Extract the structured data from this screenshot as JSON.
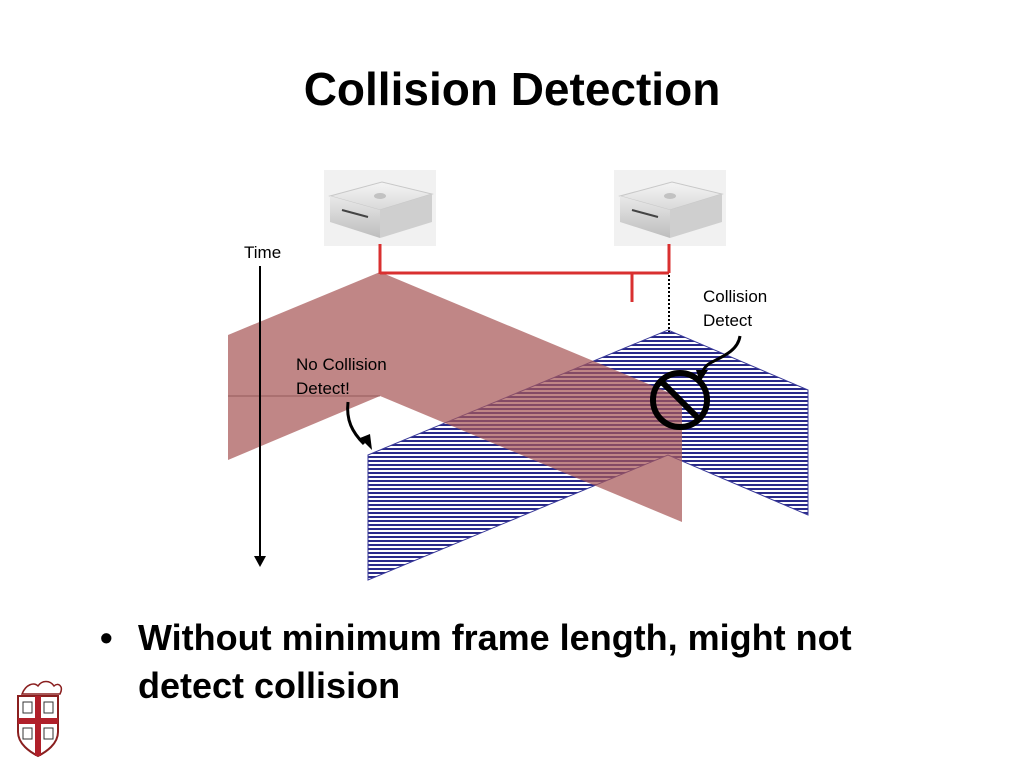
{
  "slide": {
    "title": "Collision Detection",
    "bullets": [
      {
        "marker": "•",
        "text": "Without minimum frame length, might not detect collision"
      }
    ]
  },
  "diagram": {
    "time_label": "Time",
    "no_collision_label_line1": "No Collision",
    "no_collision_label_line2": "Detect!",
    "collision_label_line1": "Collision",
    "collision_label_line2": "Detect",
    "computers": [
      "mac-mini-icon",
      "mac-mini-icon"
    ],
    "colors": {
      "signal_a": "#b26a6a",
      "signal_b": "#2a2a8a",
      "link": "#d93030"
    },
    "no_sign_icon": "prohibited-icon"
  },
  "logo": {
    "icon": "university-shield-logo"
  }
}
